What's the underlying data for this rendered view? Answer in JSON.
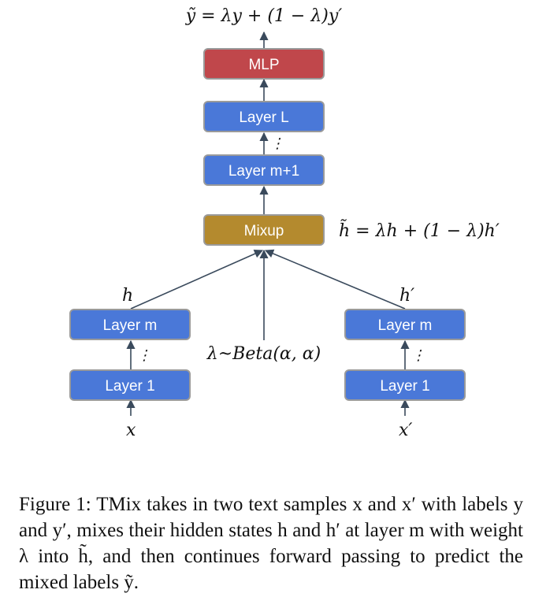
{
  "diagram": {
    "output_formula": "ỹ = λy + (1 − λ)y′",
    "mix_formula": "h̃ = λh + (1 − λ)h′",
    "lambda_formula": "λ~Beta(α, α)",
    "boxes": {
      "mlp": "MLP",
      "layer_L": "Layer L",
      "layer_m1": "Layer m+1",
      "mixup": "Mixup",
      "left_layer_m": "Layer m",
      "left_layer_1": "Layer 1",
      "right_layer_m": "Layer m",
      "right_layer_1": "Layer 1"
    },
    "labels": {
      "h_left": "h",
      "h_right": "h′",
      "x_left": "x",
      "x_right": "x′",
      "ellipsis": "⋮"
    },
    "colors": {
      "mlp": "#C0474B",
      "layer": "#4A78D8",
      "mixup": "#B48A2E",
      "border": "#9A9A9A",
      "arrow": "#3A4A5C"
    }
  },
  "caption": "Figure 1: TMix takes in two text samples x and x′ with labels y and y′, mixes their hidden states h and h′ at layer m with weight λ into h̃, and then continues forward passing to predict the mixed labels ỹ."
}
